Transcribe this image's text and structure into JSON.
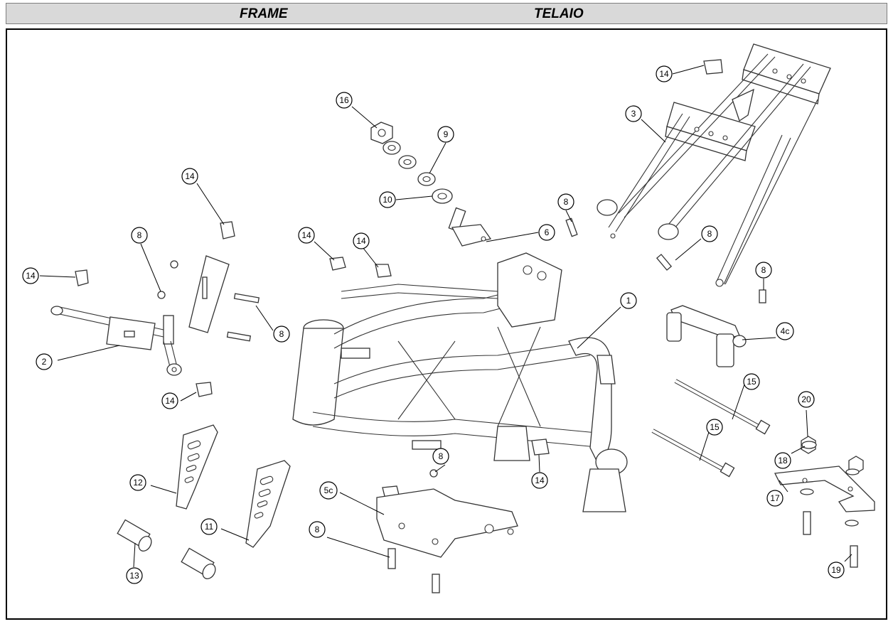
{
  "header": {
    "title_en": "FRAME",
    "title_it": "TELAIO",
    "background": "#d9d9d9"
  },
  "callouts": [
    {
      "id": "c-16",
      "label": "16"
    },
    {
      "id": "c-9",
      "label": "9"
    },
    {
      "id": "c-10",
      "label": "10"
    },
    {
      "id": "c-6",
      "label": "6"
    },
    {
      "id": "c-8-top",
      "label": "8"
    },
    {
      "id": "c-14-topright",
      "label": "14"
    },
    {
      "id": "c-3",
      "label": "3"
    },
    {
      "id": "c-8-rear",
      "label": "8"
    },
    {
      "id": "c-8-right",
      "label": "8"
    },
    {
      "id": "c-14-left-top",
      "label": "14"
    },
    {
      "id": "c-8-left",
      "label": "8"
    },
    {
      "id": "c-14-left",
      "label": "14"
    },
    {
      "id": "c-14-center-a",
      "label": "14"
    },
    {
      "id": "c-14-center-b",
      "label": "14"
    },
    {
      "id": "c-8-mid",
      "label": "8"
    },
    {
      "id": "c-1",
      "label": "1"
    },
    {
      "id": "c-4c",
      "label": "4c"
    },
    {
      "id": "c-2",
      "label": "2"
    },
    {
      "id": "c-14-low",
      "label": "14"
    },
    {
      "id": "c-15-a",
      "label": "15"
    },
    {
      "id": "c-20",
      "label": "20"
    },
    {
      "id": "c-15-b",
      "label": "15"
    },
    {
      "id": "c-18",
      "label": "18"
    },
    {
      "id": "c-8-bottom",
      "label": "8"
    },
    {
      "id": "c-14-bottom",
      "label": "14"
    },
    {
      "id": "c-5c",
      "label": "5c"
    },
    {
      "id": "c-17",
      "label": "17"
    },
    {
      "id": "c-12",
      "label": "12"
    },
    {
      "id": "c-11",
      "label": "11"
    },
    {
      "id": "c-8-plate",
      "label": "8"
    },
    {
      "id": "c-13",
      "label": "13"
    },
    {
      "id": "c-19",
      "label": "19"
    }
  ]
}
